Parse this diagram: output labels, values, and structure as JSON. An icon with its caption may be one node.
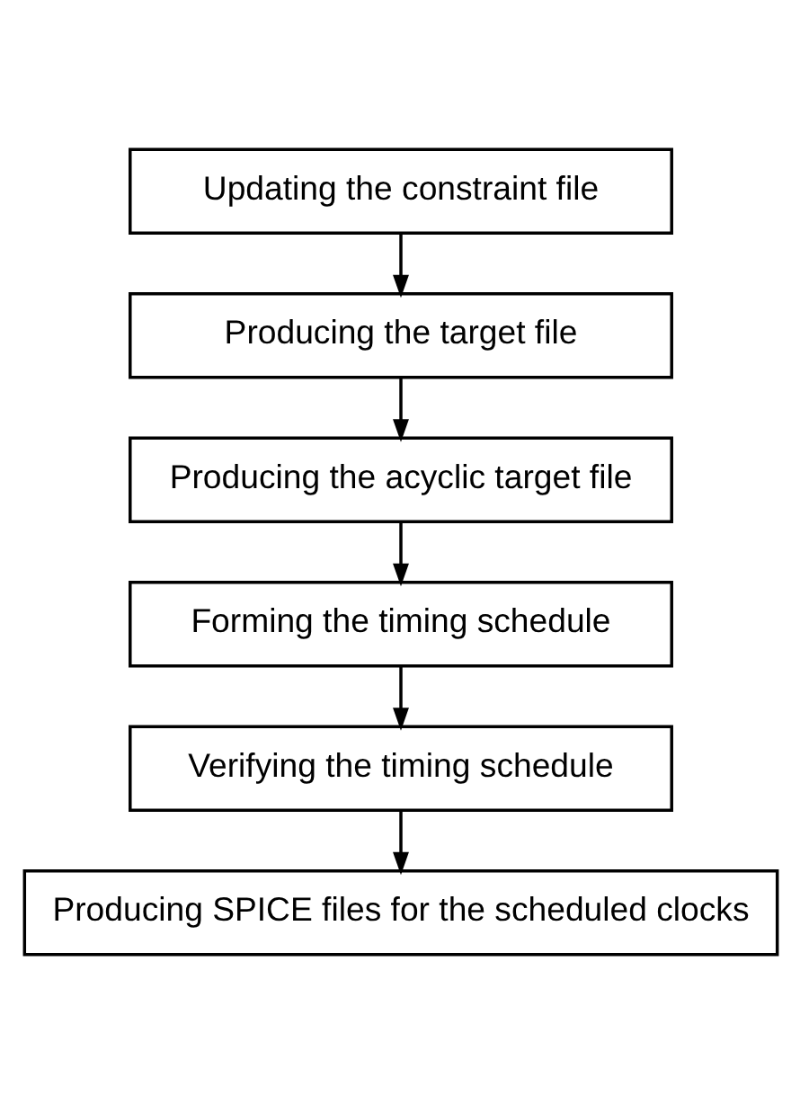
{
  "diagram": {
    "nodes": [
      {
        "text": [
          "Updating the constraint file"
        ]
      },
      {
        "text": [
          "Producing the target file"
        ]
      },
      {
        "text": [
          "Producing the acyclic target file"
        ]
      },
      {
        "text": [
          "Forming the timing schedule"
        ]
      },
      {
        "text": [
          "Verifying the timing schedule"
        ]
      },
      {
        "text": [
          "Producing SPICE files for the scheduled clocks"
        ]
      }
    ],
    "edges": [
      {
        "from": 0,
        "to": 1,
        "arrow": "to"
      },
      {
        "from": 1,
        "to": 2,
        "arrow": "to"
      },
      {
        "from": 2,
        "to": 3,
        "arrow": "to"
      },
      {
        "from": 3,
        "to": 4,
        "arrow": "to"
      },
      {
        "from": 4,
        "to": 5,
        "arrow": "to"
      }
    ]
  }
}
